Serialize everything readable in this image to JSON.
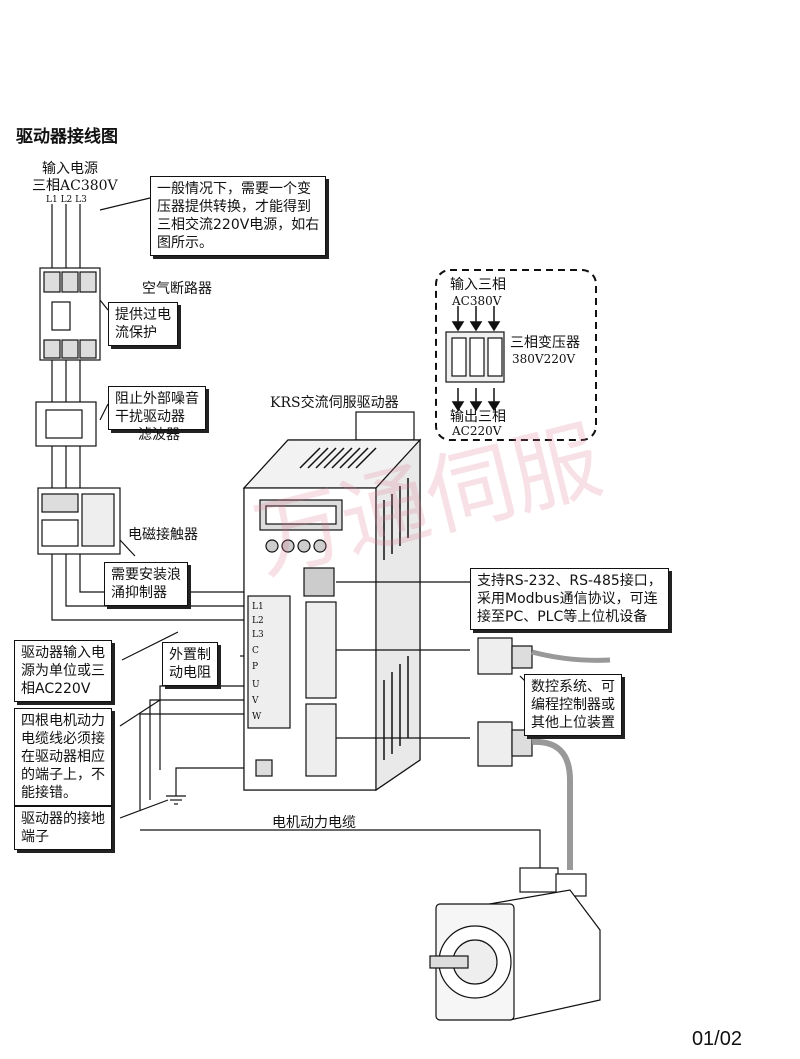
{
  "title": "驱动器接线图",
  "power_input": {
    "line1": "输入电源",
    "line2": "三相AC380V",
    "phases": "L1 L2 L3"
  },
  "transformer_note": [
    "一般情况下，需要一个变",
    "压器提供转换，才能得到",
    "三相交流220V电源，如右",
    "图所示。"
  ],
  "breaker": {
    "label": "空气断路器",
    "note": [
      "提供过电",
      "流保护"
    ]
  },
  "filter": {
    "note": [
      "阻止外部噪音",
      "干扰驱动器"
    ],
    "label": "滤波器"
  },
  "contactor": {
    "label": "电磁接触器",
    "note": [
      "需要安装浪",
      "涌抑制器"
    ]
  },
  "transformer_panel": {
    "input1": "输入三相",
    "input2": "AC380V",
    "label1": "三相变压器",
    "label2": "380V220V",
    "output1": "输出三相",
    "output2": "AC220V"
  },
  "drive_label": "KRS交流伺服驱动器",
  "terminals": [
    "L1",
    "L2",
    "L3",
    "C",
    "P",
    "U",
    "V",
    "W"
  ],
  "callouts": {
    "input_power": [
      "驱动器输入电",
      "源为单位或三",
      "相AC220V"
    ],
    "brake_resistor": [
      "外置制",
      "动电阻"
    ],
    "motor_cable": [
      "四根电机动力",
      "电缆线必须接",
      "在驱动器相应",
      "的端子上，不",
      "能接错。"
    ],
    "ground": [
      "驱动器的接地",
      "端子"
    ],
    "comm": [
      "支持RS-232、RS-485接口，",
      "采用Modbus通信协议，可连",
      "接至PC、PLC等上位机设备"
    ],
    "controller": [
      "数控系统、可",
      "编程控制器或",
      "其他上位装置"
    ]
  },
  "motor_cable_label": "电机动力电缆",
  "watermark": "万通伺服",
  "page_number": "01/02"
}
